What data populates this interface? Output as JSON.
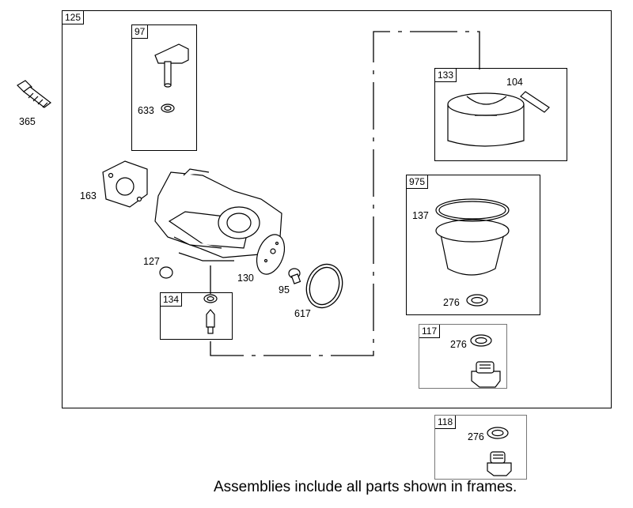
{
  "frames": {
    "f125": "125",
    "f97": "97",
    "f133": "133",
    "f975": "975",
    "f134": "134",
    "f117": "117",
    "f118": "118"
  },
  "parts": {
    "p365": "365",
    "p633": "633",
    "p163": "163",
    "p104": "104",
    "p137": "137",
    "p276a": "276",
    "p127": "127",
    "p130": "130",
    "p95": "95",
    "p617": "617",
    "p276b": "276",
    "p276c": "276"
  },
  "caption": "Assemblies include all parts shown in frames."
}
